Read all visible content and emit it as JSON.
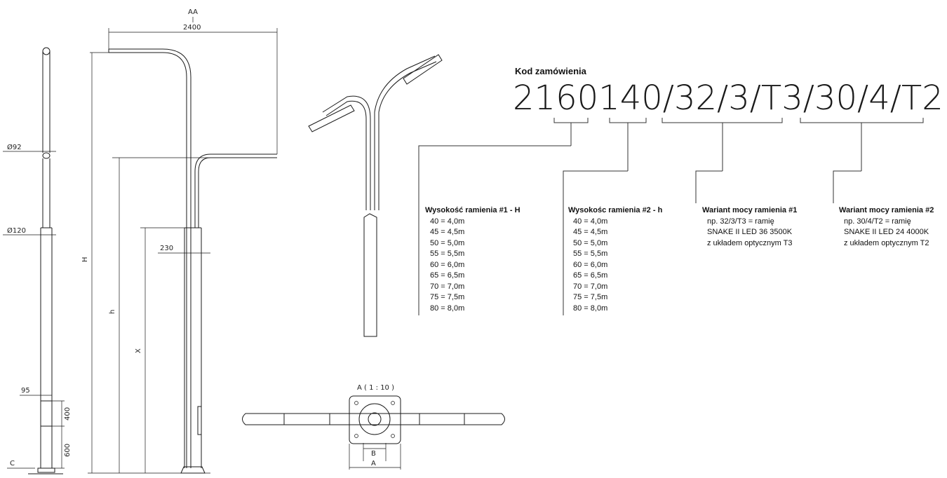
{
  "order": {
    "title": "Kod zamówienia",
    "code": "2160140/32/3/T3/30/4/T2"
  },
  "legends": [
    {
      "heading": "Wysokość ramienia #1 - H",
      "items": [
        "40 = 4,0m",
        "45 = 4,5m",
        "50 = 5,0m",
        "55 = 5,5m",
        "60 = 6,0m",
        "65 = 6,5m",
        "70 = 7,0m",
        "75 = 7,5m",
        "80 = 8,0m"
      ]
    },
    {
      "heading": "Wysokośc ramienia #2 - h",
      "items": [
        "40 = 4,0m",
        "45 = 4,5m",
        "50 = 5,0m",
        "55 = 5,5m",
        "60 = 6,0m",
        "65 = 6,5m",
        "70 = 7,0m",
        "75 = 7,5m",
        "80 = 8,0m"
      ]
    },
    {
      "heading": "Wariant mocy ramienia #1",
      "items": [
        "np. 32/3/T3 = ramię",
        "SNAKE II LED 36 3500K",
        "z układem optycznym T3"
      ]
    },
    {
      "heading": "Wariant mocy ramienia #2",
      "items": [
        "np. 30/4/T2 = ramię",
        "SNAKE II LED 24 4000K",
        "z układem optycznym T2"
      ]
    }
  ],
  "dims": {
    "aa": "AA",
    "width_top": "2400",
    "d92": "Ø92",
    "d120": "Ø120",
    "d230": "230",
    "d95": "95",
    "d400": "400",
    "d600": "600",
    "c": "C",
    "H": "H",
    "h": "h",
    "X": "X",
    "detail_title": "A ( 1 : 10 )",
    "B": "B",
    "A": "A"
  }
}
